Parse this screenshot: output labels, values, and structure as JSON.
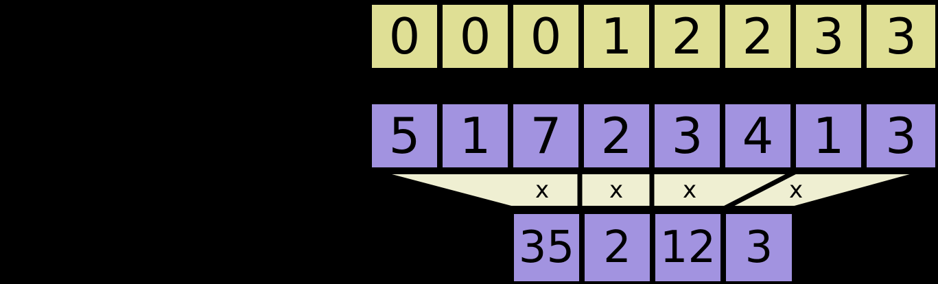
{
  "diagram": {
    "title": "segmented reduction diagram",
    "colors": {
      "key_row": "#dfdf95",
      "value_row": "#a293e0",
      "output_row": "#a293e0",
      "band": "#efefd2",
      "stroke": "#000000",
      "background": "#000000"
    },
    "key_row": {
      "name": "segment-key-row",
      "cells": [
        "0",
        "0",
        "0",
        "1",
        "2",
        "2",
        "3",
        "3"
      ]
    },
    "value_row": {
      "name": "input-value-row",
      "cells": [
        "5",
        "1",
        "7",
        "2",
        "3",
        "4",
        "1",
        "3"
      ]
    },
    "band": {
      "name": "reduction-band",
      "operator_marks": [
        "x",
        "x",
        "x",
        "x"
      ]
    },
    "output_row": {
      "name": "reduced-output-row",
      "cells": [
        "35",
        "2",
        "12",
        "3"
      ]
    }
  }
}
